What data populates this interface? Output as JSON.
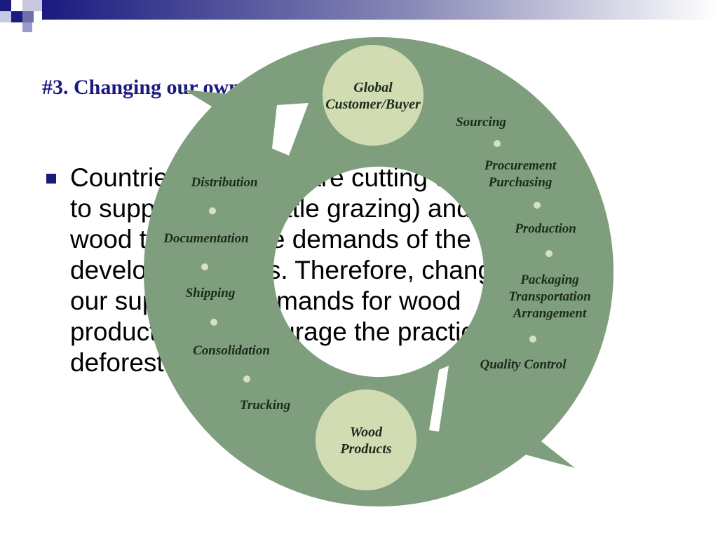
{
  "slide": {
    "title": "#3. Changing our own",
    "bullet_text": "Countries like Brazil are cutting down trees\nto support land (cattle grazing) and hard-\nwood to satisfy the demands of the\ndeveloped nations. Therefore, changing\nour supply and demands for wood\nproducts will discourage the practice of\ndeforestation."
  },
  "diagram": {
    "top_node": [
      "Global",
      "Customer/Buyer"
    ],
    "bottom_node": [
      "Wood",
      "Products"
    ],
    "right_labels": [
      [
        "Sourcing"
      ],
      [
        "Procurement",
        "Purchasing"
      ],
      [
        "Production"
      ],
      [
        "Packaging",
        "Transportation",
        "Arrangement"
      ],
      [
        "Quality Control"
      ]
    ],
    "left_labels": [
      [
        "Trucking"
      ],
      [
        "Consolidation"
      ],
      [
        "Shipping"
      ],
      [
        "Documentation"
      ],
      [
        "Distribution"
      ]
    ],
    "colors": {
      "ring": "#7f9e7d",
      "node": "#d2dcb2",
      "dot": "#d6e0c2",
      "text": "#1c2c1c",
      "title": "#1a1a80"
    }
  }
}
